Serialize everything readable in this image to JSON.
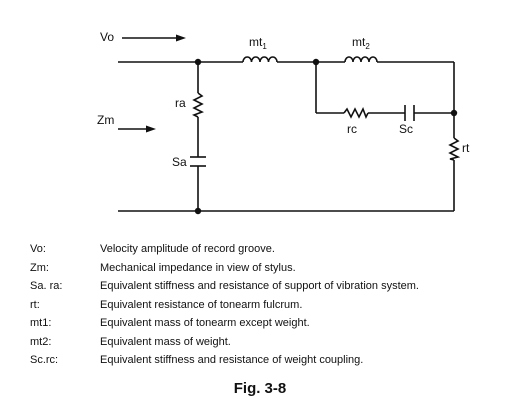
{
  "diagram": {
    "labels": {
      "vo": "Vo",
      "zm": "Zm",
      "mt1_base": "mt",
      "mt1_sub": "1",
      "mt2_base": "mt",
      "mt2_sub": "2",
      "ra": "ra",
      "sa": "Sa",
      "rc": "rc",
      "sc": "Sc",
      "rt": "rt"
    }
  },
  "legend": [
    {
      "symbol": "Vo:",
      "description": "Velocity amplitude of record groove."
    },
    {
      "symbol": "Zm:",
      "description": "Mechanical impedance in view of stylus."
    },
    {
      "symbol": "Sa. ra:",
      "description": "Equivalent stiffness and resistance of support of vibration system."
    },
    {
      "symbol": "rt:",
      "description": "Equivalent resistance of tonearm fulcrum."
    },
    {
      "symbol": "mt1:",
      "description": "Equivalent mass of tonearm except weight."
    },
    {
      "symbol": "mt2:",
      "description": "Equivalent mass of weight."
    },
    {
      "symbol": "Sc.rc:",
      "description": "Equivalent stiffness and resistance of weight coupling."
    }
  ],
  "caption": "Fig. 3-8"
}
